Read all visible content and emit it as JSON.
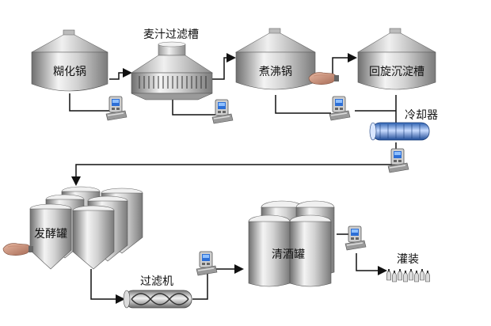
{
  "labels": {
    "mash_tun": "糊化锅",
    "lauter_tun": "麦汁过滤槽",
    "boil_kettle": "煮沸锅",
    "whirlpool": "回旋沉淀槽",
    "cooler": "冷却器",
    "fermenter": "发酵罐",
    "filter": "过滤机",
    "bright_tank": "清酒罐",
    "filling": "灌装"
  },
  "colors": {
    "pipe": "#111111",
    "vessel_light": "#ededed",
    "vessel_dark": "#8a8a8a",
    "cooler_blue": "#7fa8e6",
    "panel_screen": "#2d6fd6"
  },
  "icons": {
    "control_panel": "control-panel-icon",
    "hand": "hand-icon",
    "bottle": "bottle-icon"
  }
}
